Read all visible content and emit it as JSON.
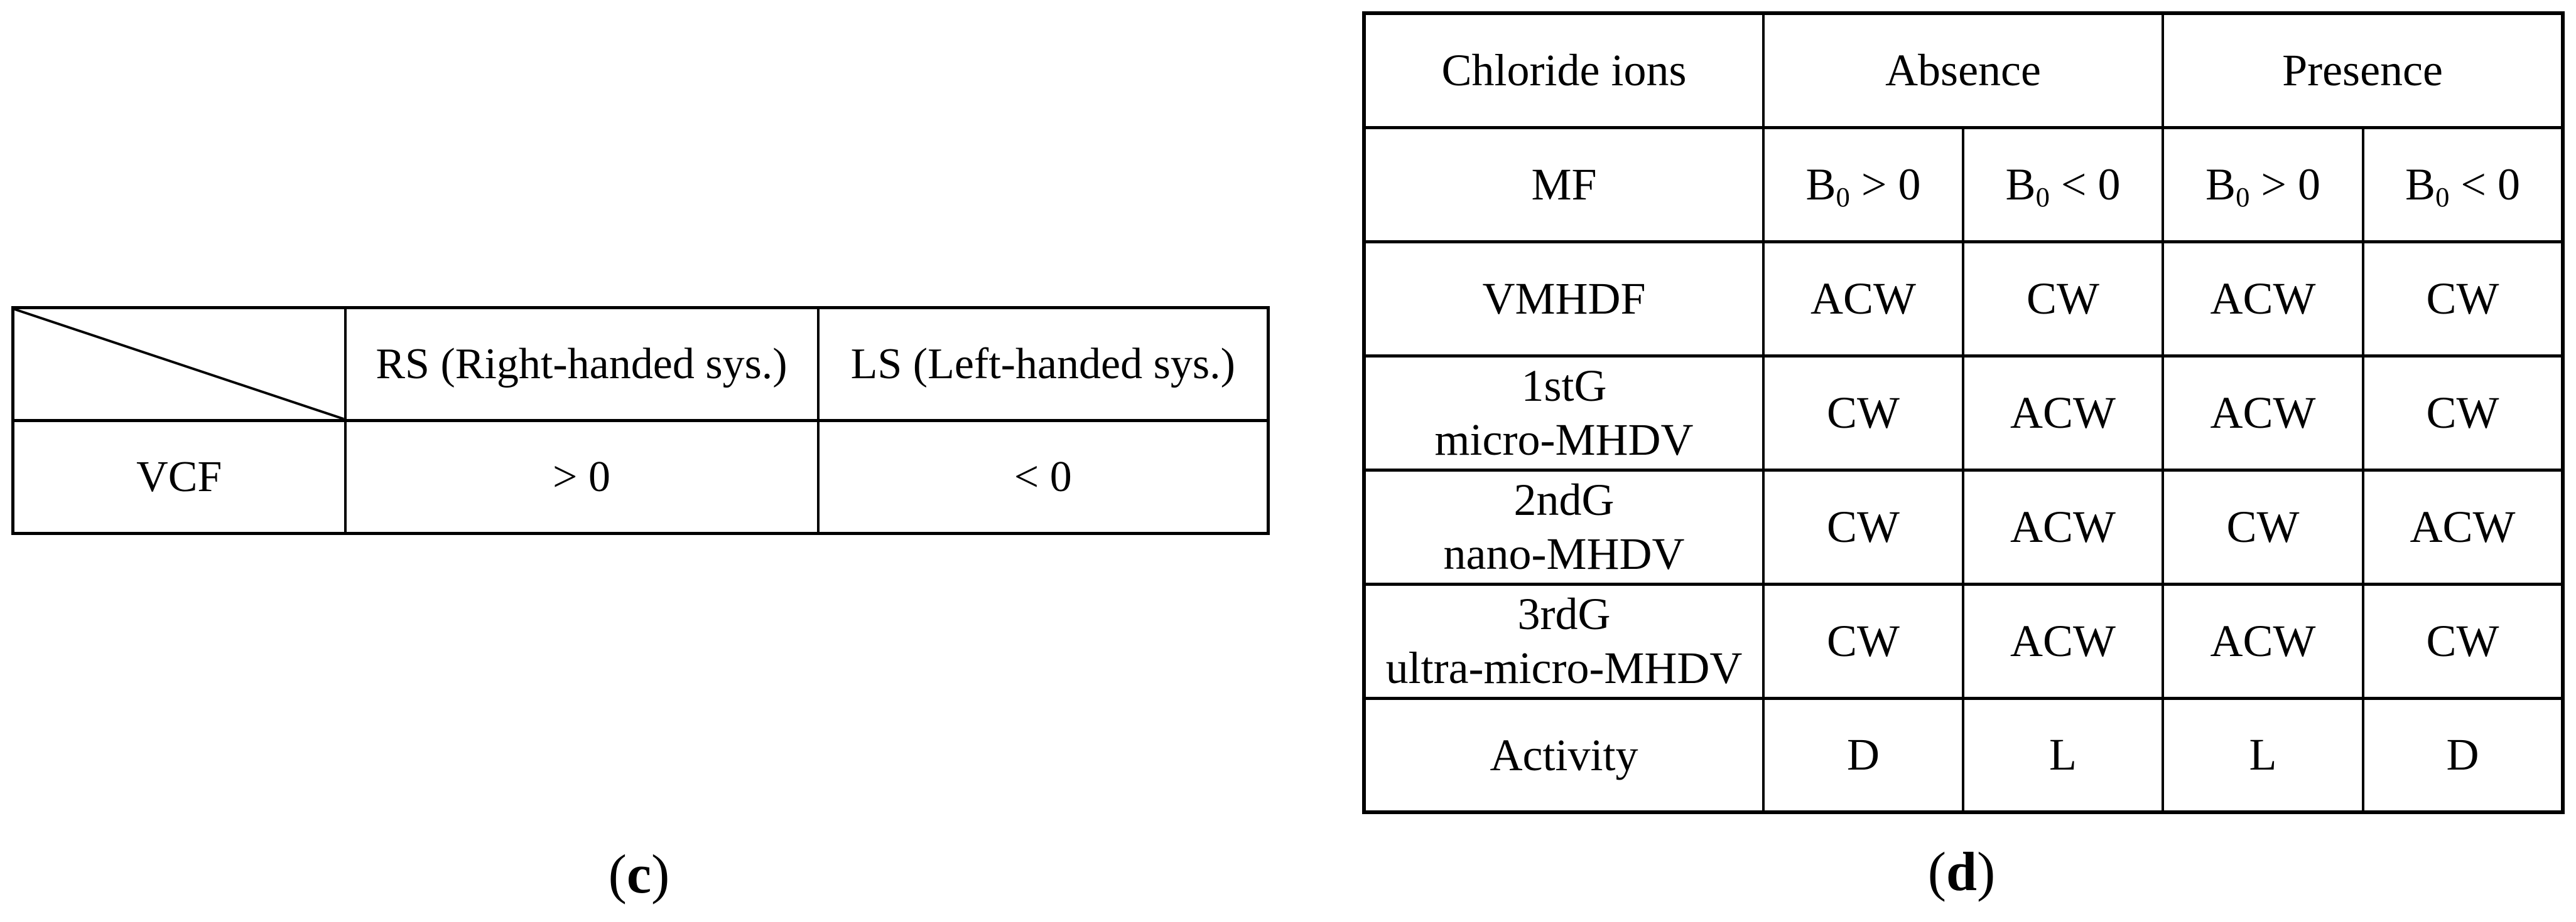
{
  "colors": {
    "line": "#000000",
    "text": "#000000",
    "background": "#ffffff"
  },
  "table_c": {
    "header": {
      "rs": "RS (Right-handed sys.)",
      "ls": "LS (Left-handed sys.)"
    },
    "row": {
      "label": "VCF",
      "rs_value": "> 0",
      "ls_value": "< 0"
    },
    "caption": {
      "open": "(",
      "letter": "c",
      "close": ")"
    }
  },
  "table_d": {
    "row1": {
      "corner": "Chloride ions",
      "absence": "Absence",
      "presence": "Presence"
    },
    "row2": {
      "label": "MF",
      "cells": [
        {
          "base": "B",
          "sub": "0",
          "rest": " > 0"
        },
        {
          "base": "B",
          "sub": "0",
          "rest": " < 0"
        },
        {
          "base": "B",
          "sub": "0",
          "rest": " > 0"
        },
        {
          "base": "B",
          "sub": "0",
          "rest": " < 0"
        }
      ]
    },
    "data_rows": [
      {
        "line1": "VMHDF",
        "line2": "",
        "cells": [
          "ACW",
          "CW",
          "ACW",
          "CW"
        ]
      },
      {
        "line1": "1stG",
        "line2": "micro-MHDV",
        "cells": [
          "CW",
          "ACW",
          "ACW",
          "CW"
        ]
      },
      {
        "line1": "2ndG",
        "line2": "nano-MHDV",
        "cells": [
          "CW",
          "ACW",
          "CW",
          "ACW"
        ]
      },
      {
        "line1": "3rdG",
        "line2": "ultra-micro-MHDV",
        "cells": [
          "CW",
          "ACW",
          "ACW",
          "CW"
        ]
      },
      {
        "line1": "Activity",
        "line2": "",
        "cells": [
          "D",
          "L",
          "L",
          "D"
        ]
      }
    ],
    "caption": {
      "open": "(",
      "letter": "d",
      "close": ")"
    }
  }
}
